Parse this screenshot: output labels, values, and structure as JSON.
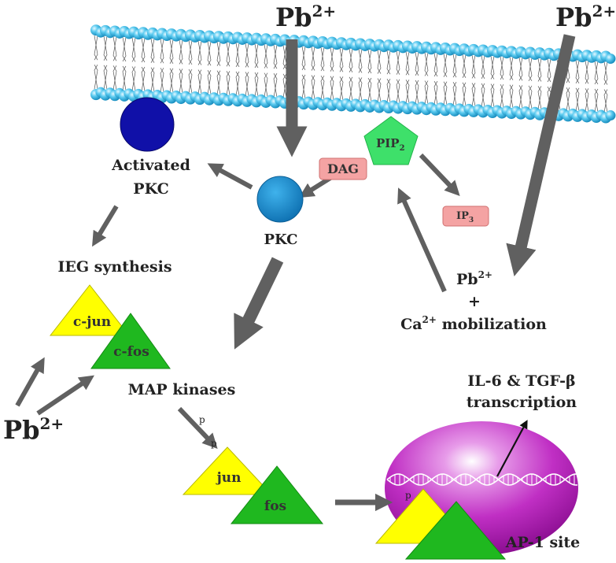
{
  "labels": {
    "pb_top": "Pb",
    "pb_top_sup": "2+",
    "pb_right": "Pb",
    "pb_right_sup": "2+",
    "pb_left": "Pb",
    "pb_left_sup": "2+",
    "activated_1": "Activated",
    "activated_2": "PKC",
    "pkc": "PKC",
    "pip": "PIP",
    "pip_sub": "2",
    "dag": "DAG",
    "ip": "IP",
    "ip_sub": "3",
    "ieg": "IEG synthesis",
    "cjun": "c-jun",
    "cfos": "c-fos",
    "map": "MAP kinases",
    "p1": "p",
    "p2": "p",
    "p3": "p",
    "jun": "jun",
    "fos": "fos",
    "pb_ca": "Pb",
    "pb_ca_sup": "2+",
    "plus": "+",
    "ca": "Ca",
    "ca_sup": "2+",
    "ca_rest": " mobilization",
    "il6_1": "IL-6 & TGF-β",
    "il6_2": "transcription",
    "ap1": "AP-1 site"
  },
  "colors": {
    "membrane_head": "#4fc3e8",
    "activated_pkc": "#1010a8",
    "pkc": "#1e8ed0",
    "pip2": "#3ee06a",
    "dag_box": "#f4a3a3",
    "ip3_box": "#f4a3a3",
    "yellow_triangle": "#ffff00",
    "green_triangle": "#1fb81f",
    "nucleus": "#b020b8",
    "arrow": "#606060"
  }
}
